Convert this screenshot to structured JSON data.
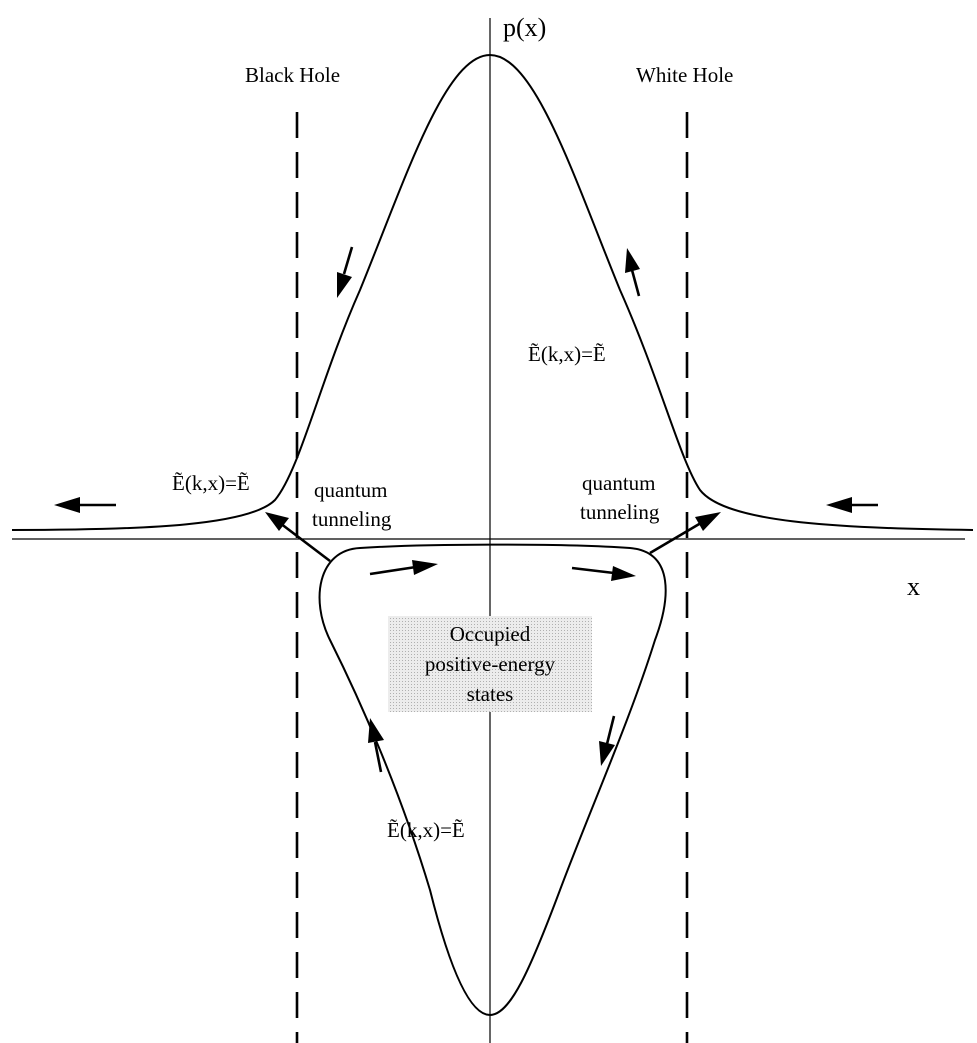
{
  "axes": {
    "y_label": "p(x)",
    "x_label": "x"
  },
  "regions": {
    "black_hole": "Black Hole",
    "white_hole": "White Hole"
  },
  "curve_labels": {
    "left": "Ẽ(k,x)=Ẽ",
    "right": "Ẽ(k,x)=Ẽ",
    "bottom": "Ẽ(k,x)=Ẽ"
  },
  "tunneling": {
    "left_line1": "quantum",
    "left_line2": "tunneling",
    "right_line1": "quantum",
    "right_line2": "tunneling"
  },
  "occupied_box": {
    "line1": "Occupied",
    "line2": "positive-energy",
    "line3": "states"
  },
  "colors": {
    "ink": "#000000",
    "background": "#ffffff",
    "shade": "#d9d9d9"
  }
}
